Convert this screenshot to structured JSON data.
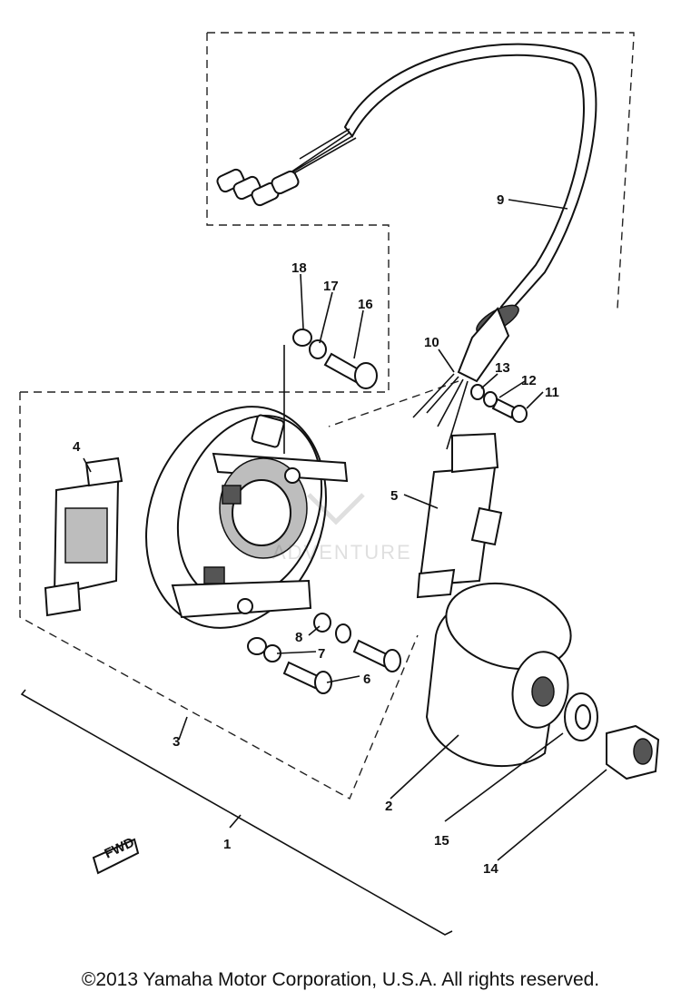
{
  "diagram": {
    "watermark_text": "ADVENTURE",
    "fwd_tag": "FWD",
    "callouts": [
      {
        "id": "1",
        "text": "1"
      },
      {
        "id": "2",
        "text": "2"
      },
      {
        "id": "3",
        "text": "3"
      },
      {
        "id": "4",
        "text": "4"
      },
      {
        "id": "5",
        "text": "5"
      },
      {
        "id": "6",
        "text": "6"
      },
      {
        "id": "7",
        "text": "7"
      },
      {
        "id": "8",
        "text": "8"
      },
      {
        "id": "9",
        "text": "9"
      },
      {
        "id": "10",
        "text": "10"
      },
      {
        "id": "11",
        "text": "11"
      },
      {
        "id": "12",
        "text": "12"
      },
      {
        "id": "13",
        "text": "13"
      },
      {
        "id": "14",
        "text": "14"
      },
      {
        "id": "15",
        "text": "15"
      },
      {
        "id": "16",
        "text": "16"
      },
      {
        "id": "17",
        "text": "17"
      },
      {
        "id": "18",
        "text": "18"
      }
    ]
  },
  "footer": {
    "copyright": "©2013 Yamaha Motor Corporation, U.S.A. All rights reserved."
  }
}
